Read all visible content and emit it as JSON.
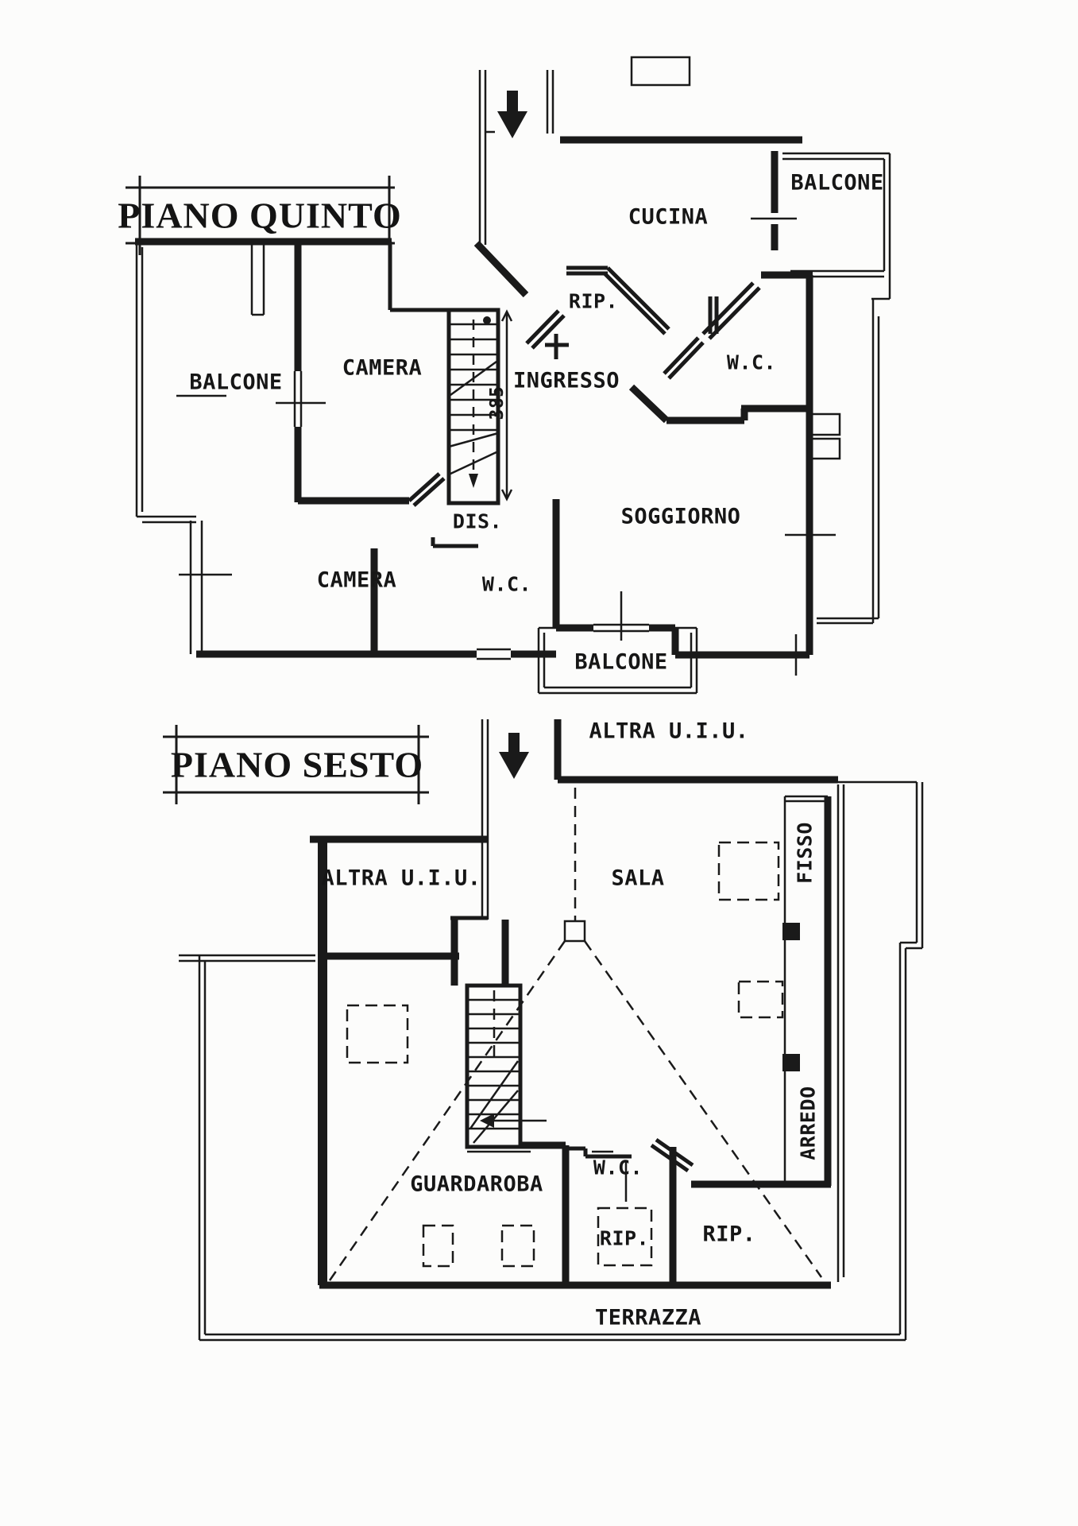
{
  "drawing": {
    "background": "#fcfcfb",
    "ink_color": "#1a1a1a"
  },
  "floors": [
    {
      "title": "PIANO QUINTO",
      "labels": {
        "cucina": "CUCINA",
        "balcone_top_right": "BALCONE",
        "rip": "RIP.",
        "wc_top": "W.C.",
        "balcone_left": "BALCONE",
        "camera_top": "CAMERA",
        "ingresso": "INGRESSO",
        "stair_dimension": "385",
        "soggiorno": "SOGGIORNO",
        "dis": "DIS.",
        "camera_bottom": "CAMERA",
        "wc_bottom": "W.C.",
        "balcone_bottom": "BALCONE"
      }
    },
    {
      "title": "PIANO SESTO",
      "labels": {
        "altra_uiu_top": "ALTRA U.I.U.",
        "altra_uiu_left": "ALTRA U.I.U.",
        "sala": "SALA",
        "fisso": "FISSO",
        "arredo": "ARREDO",
        "guardaroba": "GUARDAROBA",
        "wc": "W.C.",
        "rip_closet": "RIP.",
        "rip_room": "RIP.",
        "terrazza": "TERRAZZA"
      }
    }
  ]
}
